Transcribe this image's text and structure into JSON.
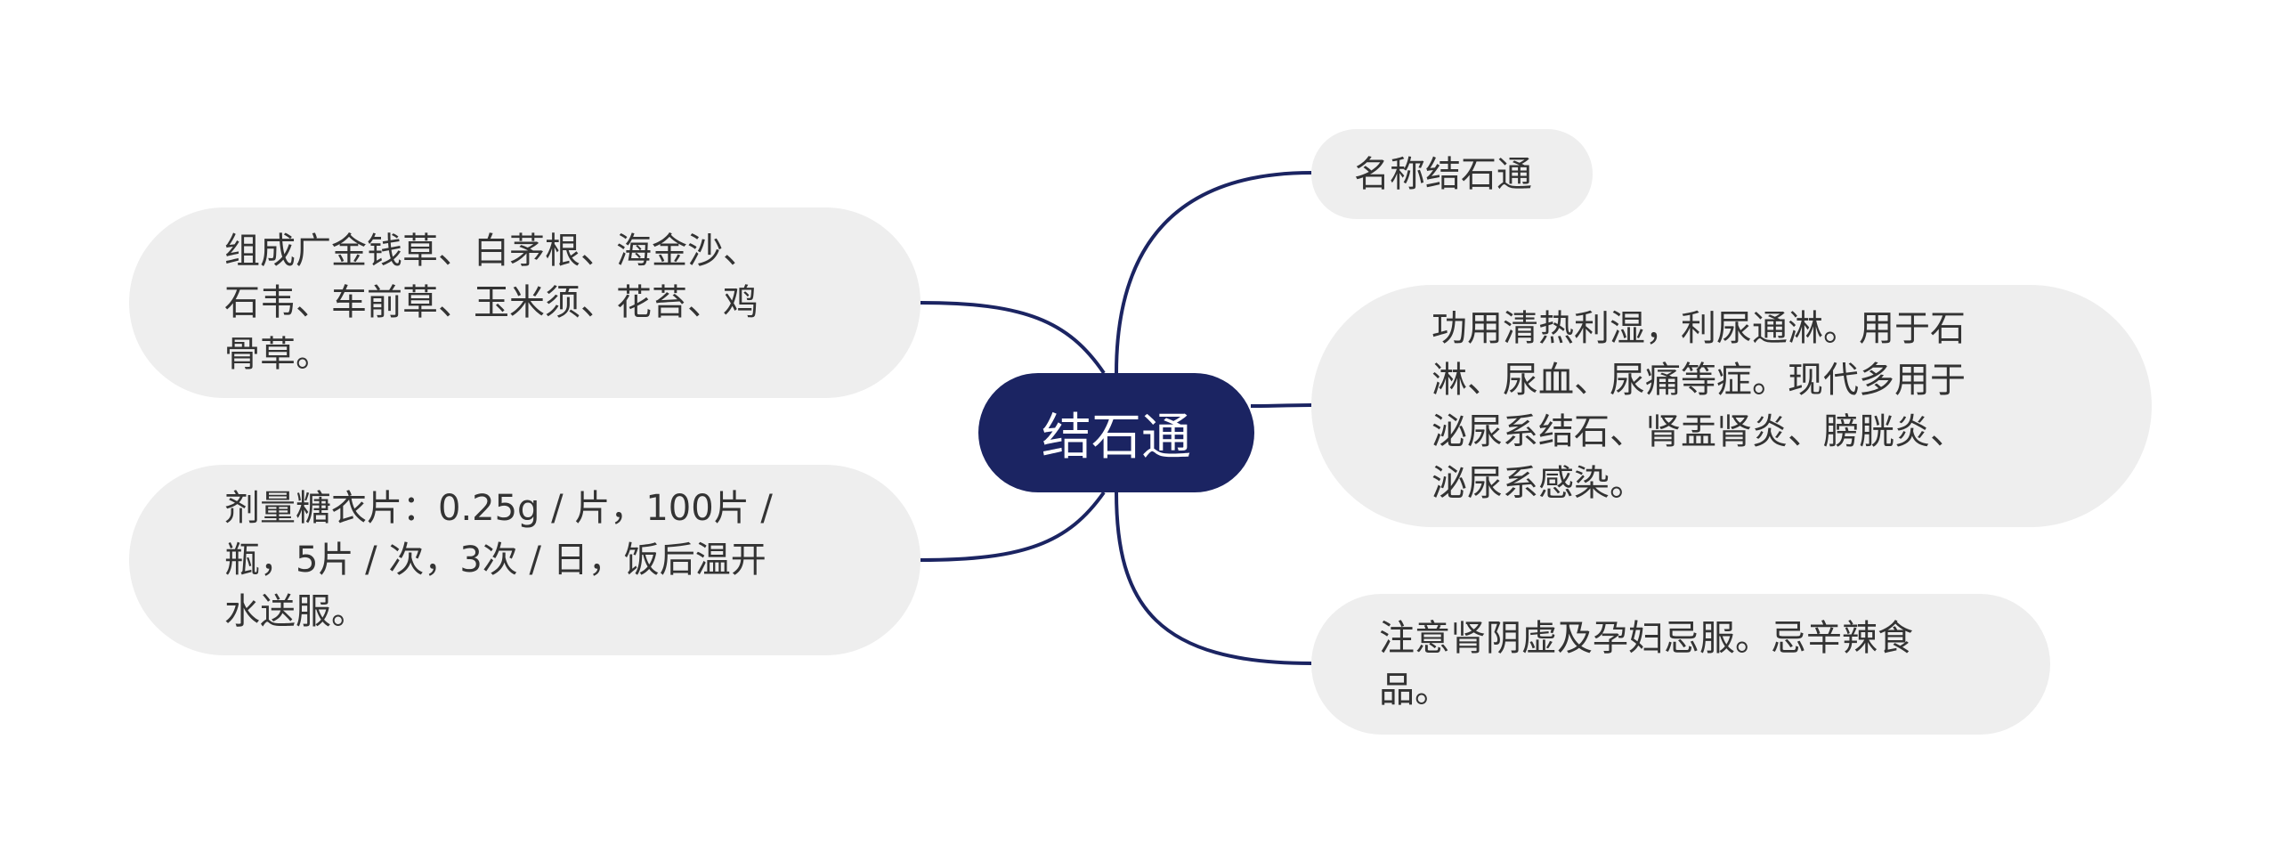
{
  "center": {
    "label": "结石通"
  },
  "branches": {
    "name": "名称结石通",
    "function": "功用清热利湿，利尿通淋。用于石\n淋、尿血、尿痛等症。现代多用于\n泌尿系结石、肾盂肾炎、膀胱炎、\n泌尿系感染。",
    "caution": "注意肾阴虚及孕妇忌服。忌辛辣食\n品。",
    "composition": "组成广金钱草、白茅根、海金沙、\n石韦、车前草、玉米须、花苔、鸡\n骨草。",
    "dosage": "剂量糖衣片：0.25g / 片，100片 /\n瓶，5片 / 次，3次 / 日，饭后温开\n水送服。"
  },
  "colors": {
    "center_fill": "#1b2462",
    "connector": "#1b2462",
    "node_fill": "#eeeeee",
    "node_text": "#333333"
  }
}
